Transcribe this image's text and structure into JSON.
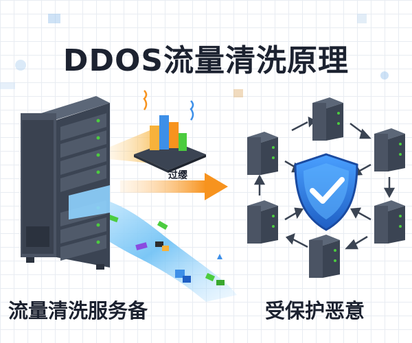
{
  "title": "DDOS流量清洗原理",
  "left_label": "流量清洗服务备",
  "right_label": "受保护恶意",
  "arrow_label": "过缨",
  "icons": {
    "server": "server-rack-icon",
    "traffic": "bar-chart-icon",
    "shield": "shield-check-icon",
    "network": "server-network-icon"
  },
  "colors": {
    "server_dark": "#3b4453",
    "server_light": "#5c6778",
    "arrow_orange": "#f7931e",
    "shield_blue": "#2d7fe0",
    "water_blue": "#5fb4f0",
    "indicator_green": "#4ccc3f"
  }
}
